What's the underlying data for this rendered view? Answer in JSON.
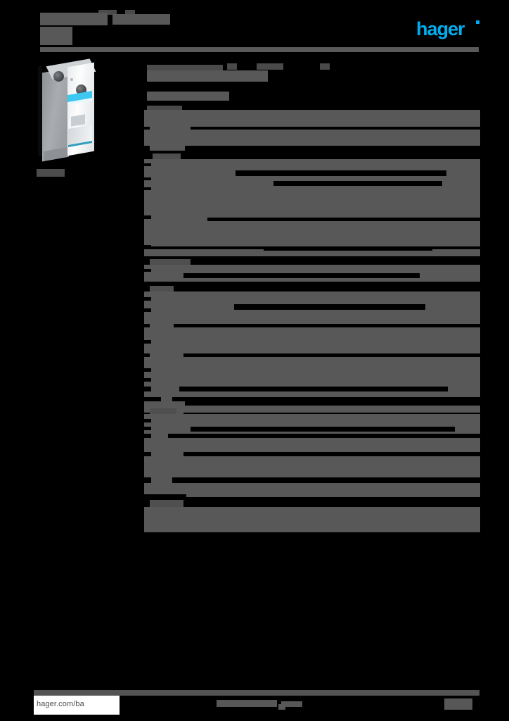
{
  "document": {
    "kind": "product-datasheet",
    "brand": "hager",
    "brand_color": "#00aeef",
    "page_background": "#000000",
    "redaction_color": "#585858",
    "note": "All body text on this page is redacted / blacked-out; only the brand wordmark and the footer URL remain legible."
  },
  "header": {
    "title_redacted": "",
    "subtitle_redacted": "",
    "logo_text": "hager",
    "rule": true
  },
  "product": {
    "photo_alt": "modular DIN-rail device",
    "caption_redacted": "",
    "body_color": "#e9ecee",
    "accent_color": "#3cc8f0"
  },
  "main": {
    "heading_redacted": "",
    "subheading_redacted": "",
    "sections": [
      {
        "title_redacted": "",
        "rows": [
          {
            "label_redacted": "",
            "value_redacted": ""
          },
          {
            "label_redacted": "",
            "value_redacted": ""
          },
          {
            "label_redacted": "",
            "value_redacted": ""
          }
        ]
      },
      {
        "title_redacted": "",
        "rows": [
          {
            "label_redacted": "",
            "value_redacted": ""
          },
          {
            "label_redacted": "",
            "value_redacted": ""
          },
          {
            "label_redacted": "",
            "value_redacted": ""
          },
          {
            "label_redacted": "",
            "value_redacted": ""
          },
          {
            "label_redacted": "",
            "value_redacted": ""
          },
          {
            "label_redacted": "",
            "value_redacted": ""
          }
        ]
      },
      {
        "title_redacted": "",
        "rows": [
          {
            "label_redacted": "",
            "value_redacted": ""
          }
        ]
      },
      {
        "title_redacted": "",
        "rows": [
          {
            "label_redacted": "",
            "value_redacted": ""
          },
          {
            "label_redacted": "",
            "value_redacted": ""
          },
          {
            "label_redacted": "",
            "value_redacted": ""
          },
          {
            "label_redacted": "",
            "value_redacted": ""
          },
          {
            "label_redacted": "",
            "value_redacted": ""
          }
        ]
      },
      {
        "title_redacted": "",
        "rows": [
          {
            "label_redacted": "",
            "value_redacted": ""
          },
          {
            "label_redacted": "",
            "value_redacted": ""
          },
          {
            "label_redacted": "",
            "value_redacted": ""
          },
          {
            "label_redacted": "",
            "value_redacted": ""
          },
          {
            "label_redacted": "",
            "value_redacted": ""
          }
        ]
      },
      {
        "title_redacted": "",
        "rows": [
          {
            "label_redacted": "",
            "value_redacted": ""
          }
        ]
      }
    ]
  },
  "footer": {
    "url": "hager.com/ba",
    "center_redacted": "",
    "page_number_redacted": ""
  }
}
